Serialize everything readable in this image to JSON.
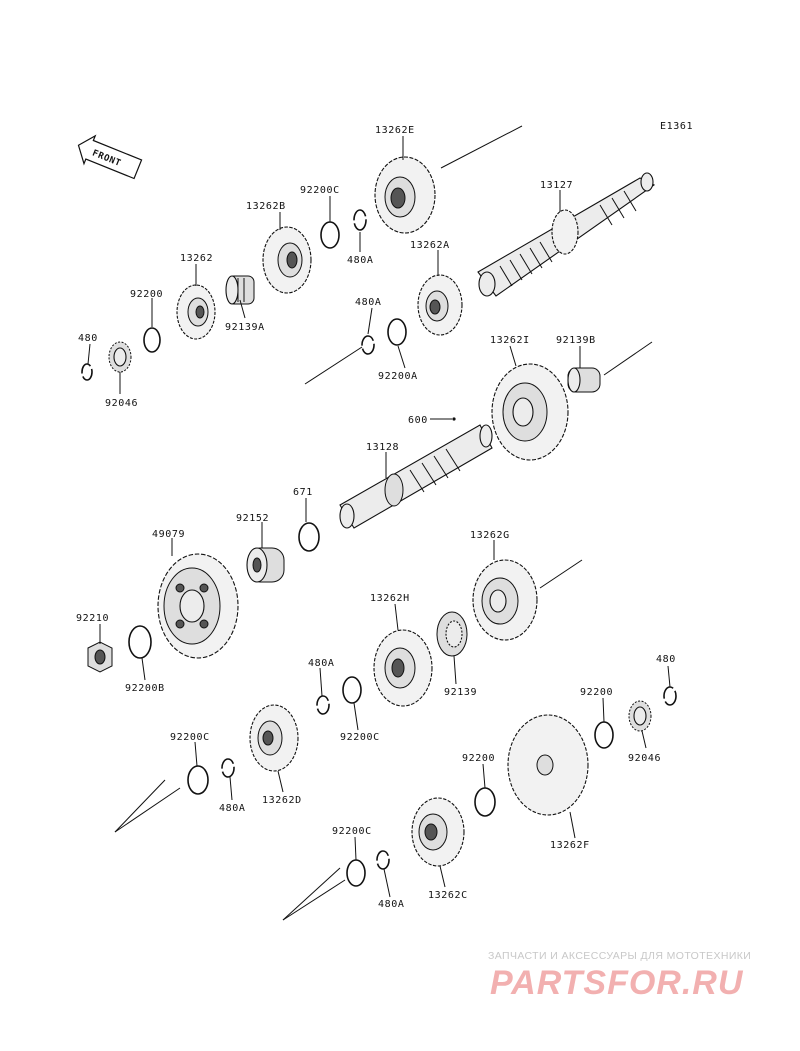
{
  "diagram_code": "E1361",
  "front_arrow": {
    "label": "FRONT",
    "icon": "front-arrow-icon"
  },
  "labels": {
    "p13262E": "13262E",
    "p13127": "13127",
    "p92200C_a": "92200C",
    "p13262B": "13262B",
    "p480A_a": "480A",
    "p13262A": "13262A",
    "p13262": "13262",
    "p92200_a": "92200",
    "p92139A": "92139A",
    "p480A_b": "480A",
    "p480_a": "480",
    "p92046_a": "92046",
    "p92200A": "92200A",
    "p13262I": "13262I",
    "p92139B": "92139B",
    "p600": "600",
    "p13128": "13128",
    "p671": "671",
    "p92152": "92152",
    "p49079": "49079",
    "p13262G": "13262G",
    "p13262H": "13262H",
    "p92210": "92210",
    "p92200B": "92200B",
    "p480A_c": "480A",
    "p92139": "92139",
    "p92200C_b": "92200C",
    "p480_b": "480",
    "p92200_b": "92200",
    "p92046_b": "92046",
    "p92200C_c": "92200C",
    "p480A_d": "480A",
    "p13262D": "13262D",
    "p92200_c": "92200",
    "p13262F": "13262F",
    "p92200C_d": "92200C",
    "p480A_e": "480A",
    "p13262C": "13262C"
  },
  "watermark": {
    "tagline": "ЗАПЧАСТИ И АКСЕССУАРЫ ДЛЯ МОТОТЕХНИКИ",
    "logo": "PARTSFOR.RU"
  }
}
